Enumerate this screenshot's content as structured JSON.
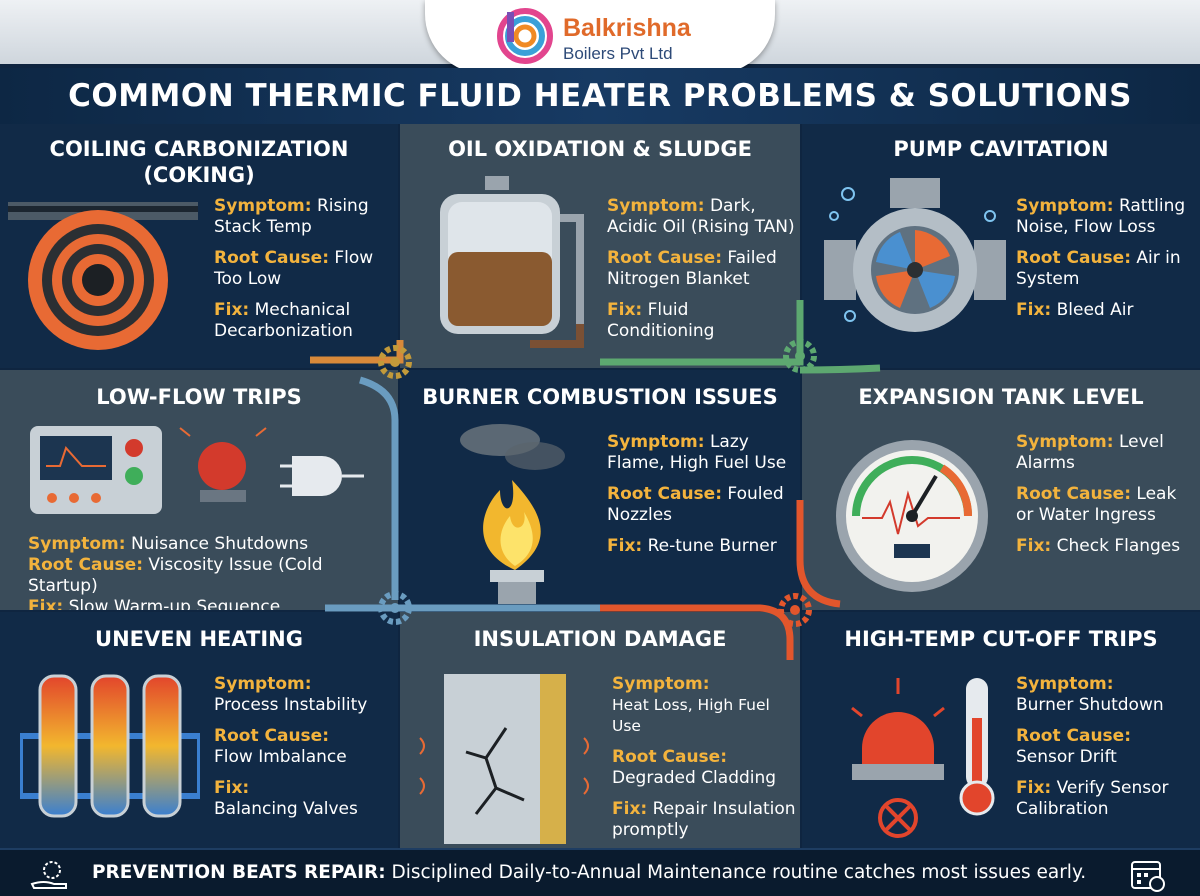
{
  "brand": {
    "name": "Balkrishna",
    "subtitle": "Boilers Pvt Ltd"
  },
  "title": "COMMON THERMIC FLUID HEATER PROBLEMS & SOLUTIONS",
  "labels": {
    "symptom": "Symptom:",
    "cause": "Root Cause:",
    "fix": "Fix:"
  },
  "panels": [
    {
      "title": "COILING CARBONIZATION (COKING)",
      "symptom": "Rising Stack Temp",
      "cause": "Flow Too Low",
      "fix": "Mechanical Decarbonization"
    },
    {
      "title": "OIL OXIDATION & SLUDGE",
      "symptom": "Dark, Acidic Oil (Rising TAN)",
      "cause": "Failed Nitrogen Blanket",
      "fix": "Fluid Conditioning"
    },
    {
      "title": "PUMP CAVITATION",
      "symptom": "Rattling Noise, Flow Loss",
      "cause": "Air in System",
      "fix": "Bleed Air"
    },
    {
      "title": "LOW-FLOW TRIPS",
      "symptom": "Nuisance Shutdowns",
      "cause": "Viscosity Issue (Cold Startup)",
      "fix": "Slow Warm-up Sequence"
    },
    {
      "title": "BURNER COMBUSTION ISSUES",
      "symptom": "Lazy Flame, High Fuel Use",
      "cause": "Fouled Nozzles",
      "fix": "Re-tune Burner"
    },
    {
      "title": "EXPANSION TANK LEVEL",
      "symptom": "Level Alarms",
      "cause": "Leak or Water Ingress",
      "fix": "Check Flanges"
    },
    {
      "title": "UNEVEN HEATING",
      "symptom": "Process Instability",
      "cause": "Flow Imbalance",
      "fix": "Balancing Valves"
    },
    {
      "title": "INSULATION DAMAGE",
      "symptom": "Heat Loss, High Fuel Use",
      "cause": "Degraded Cladding",
      "fix": "Repair Insulation promptly"
    },
    {
      "title": "HIGH-TEMP CUT-OFF TRIPS",
      "symptom": "Burner Shutdown",
      "cause": "Sensor Drift",
      "fix": "Verify Sensor Calibration"
    }
  ],
  "footer": {
    "lead": "PREVENTION BEATS REPAIR:",
    "text": " Disciplined Daily-to-Annual Maintenance routine catches most issues early."
  },
  "icons": [
    "coil-icon",
    "tank-icon",
    "pump-icon",
    "control-panel-icon",
    "flame-icon",
    "gauge-icon",
    "heater-tubes-icon",
    "cracked-wall-icon",
    "alarm-thermometer-icon",
    "gear-hand-icon",
    "calendar-icon"
  ],
  "colors": {
    "accent": "#f3b33d",
    "brand": "#e06a2a",
    "background": "#0f2540"
  }
}
